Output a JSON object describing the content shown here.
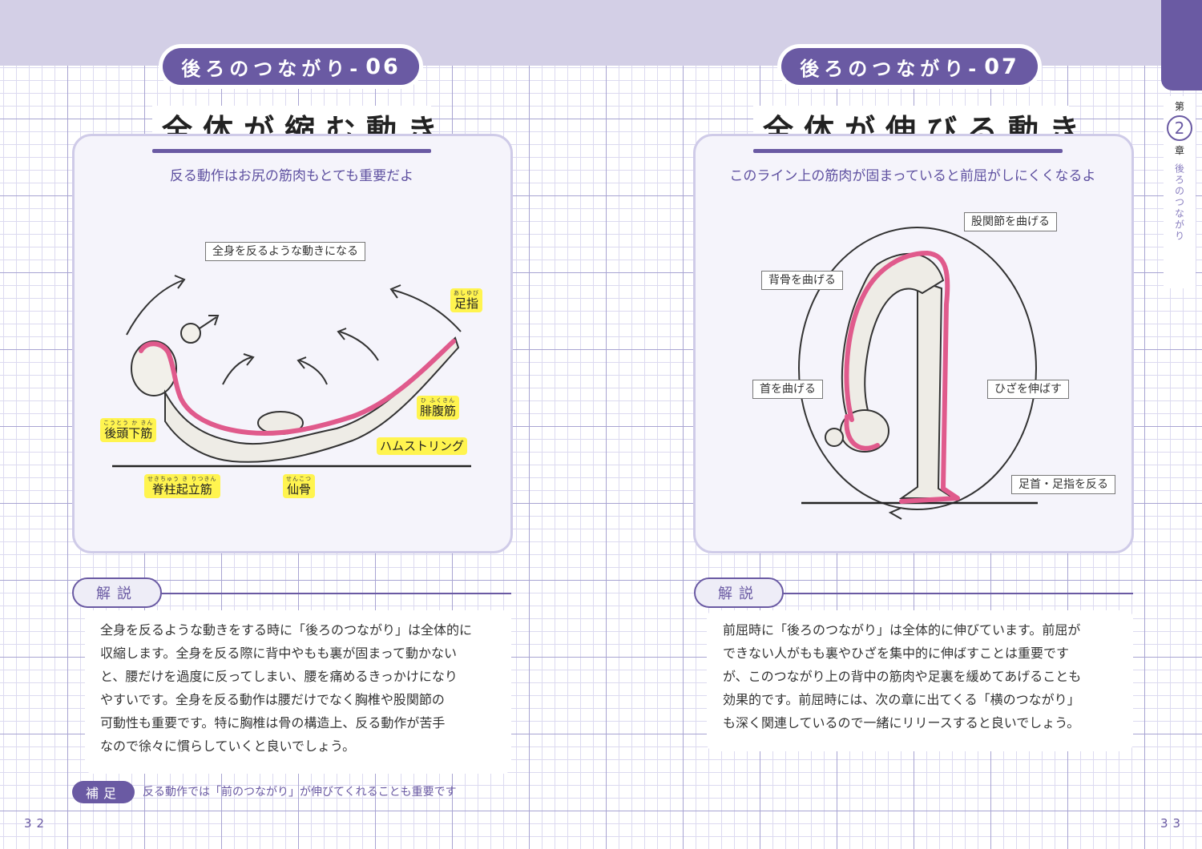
{
  "left_page": {
    "series_label": "後ろのつながり-",
    "series_number": "06",
    "title": "全体が縮む動き",
    "subtitle": "反る動作はお尻の筋肉もとても重要だよ",
    "labels": {
      "whole_body": "全身を反るような動きになる",
      "toe": "足指",
      "toe_ruby": "あしゆび",
      "calf": "腓腹筋",
      "calf_ruby": "ひ ふくきん",
      "hamstring": "ハムストリング",
      "occipital": "後頭下筋",
      "occipital_ruby": "こうとう か きん",
      "erector": "脊柱起立筋",
      "erector_ruby": "せきちゅう き りつきん",
      "sacrum": "仙骨",
      "sacrum_ruby": "せんこつ"
    },
    "kaisetsu": "解説",
    "body_lines": [
      "全身を反るような動きをする時に「後ろのつながり」は全体的に",
      "収縮します。全身を反る際に背中やもも裏が固まって動かない",
      "と、腰だけを過度に反ってしまい、腰を痛めるきっかけになり",
      "やすいです。全身を反る動作は腰だけでなく胸椎や股関節の",
      "可動性も重要です。特に胸椎は骨の構造上、反る動作が苦手",
      "なので徐々に慣らしていくと良いでしょう。"
    ],
    "hosoku": "補足",
    "hosoku_text": "反る動作では「前のつながり」が伸びてくれることも重要です",
    "page_number": "32"
  },
  "right_page": {
    "series_label": "後ろのつながり-",
    "series_number": "07",
    "title": "全体が伸びる動き",
    "subtitle": "このライン上の筋肉が固まっていると前屈がしにくくなるよ",
    "labels": {
      "hip": "股関節を曲げる",
      "spine": "背骨を曲げる",
      "neck": "首を曲げる",
      "knee": "ひざを伸ばす",
      "ankle": "足首・足指を反る"
    },
    "kaisetsu": "解説",
    "body_lines": [
      "前屈時に「後ろのつながり」は全体的に伸びています。前屈が",
      "できない人がもも裏やひざを集中的に伸ばすことは重要です",
      "が、このつながり上の背中の筋肉や足裏を緩めてあげることも",
      "効果的です。前屈時には、次の章に出てくる「横のつながり」",
      "も深く関連しているので一緒にリリースすると良いでしょう。"
    ],
    "page_number": "33"
  },
  "side_tab": {
    "dai": "第",
    "chapter_number": "2",
    "sho": "章",
    "vertical_text": "後ろのつながり"
  },
  "colors": {
    "accent": "#6a5aa3",
    "muscle_line": "#e05a8c",
    "highlight": "#fff44f",
    "band": "#d3cfe6"
  }
}
